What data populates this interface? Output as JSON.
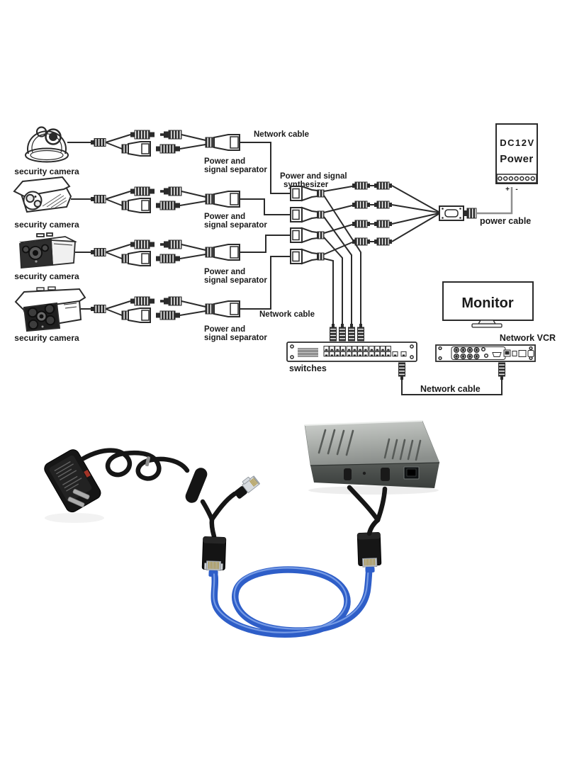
{
  "diagram": {
    "cameras": [
      {
        "label": "security camera"
      },
      {
        "label": "security camera"
      },
      {
        "label": "security camera"
      },
      {
        "label": "security camera"
      }
    ],
    "separators": {
      "label_line1": "Power and",
      "label_line2": "signal separator"
    },
    "synthesizer": {
      "label_line1": "Power and signal",
      "label_line2": "synthesizer"
    },
    "network_cable_label": "Network cable",
    "power_supply": {
      "title_line1": "DC12V",
      "title_line2": "Power",
      "plus": "+",
      "minus": "-"
    },
    "power_cable_label": "power cable",
    "monitor_label": "Monitor",
    "vcr_label": "Network VCR",
    "switch_label": "switches"
  },
  "colors": {
    "diagram_line": "#2b2b2b",
    "label_text": "#1a1a1a",
    "cable_black": "#161616",
    "ethernet_blue": "#2e5ec8",
    "ethernet_highlight": "#82a6ea",
    "box_top_silver": "#a9ada9",
    "box_front_dark": "#444846",
    "adapter_black": "#161616",
    "rj45_gold": "#a98c2c",
    "power_wire_gray": "#8f8f8f"
  }
}
